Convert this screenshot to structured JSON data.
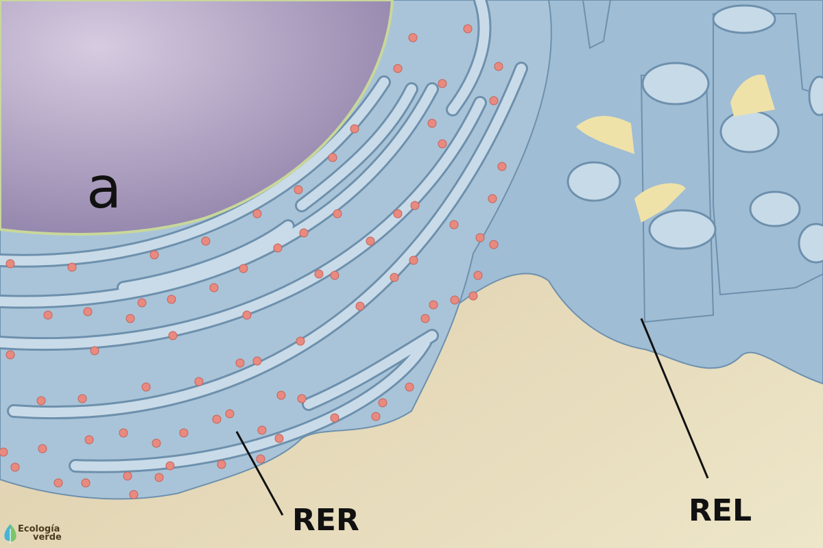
{
  "diagram": {
    "labels": {
      "nucleus": "a",
      "rough_er": "RER",
      "smooth_er": "REL"
    },
    "logo": {
      "line1": "Ecología",
      "line2": "verde"
    },
    "colors": {
      "background": "#ebe3c4",
      "nucleus": "#b3a6c4",
      "membrane": "#a9c4d8",
      "membrane_outline": "#5f86a4",
      "ribosome": "#e88a80"
    }
  }
}
